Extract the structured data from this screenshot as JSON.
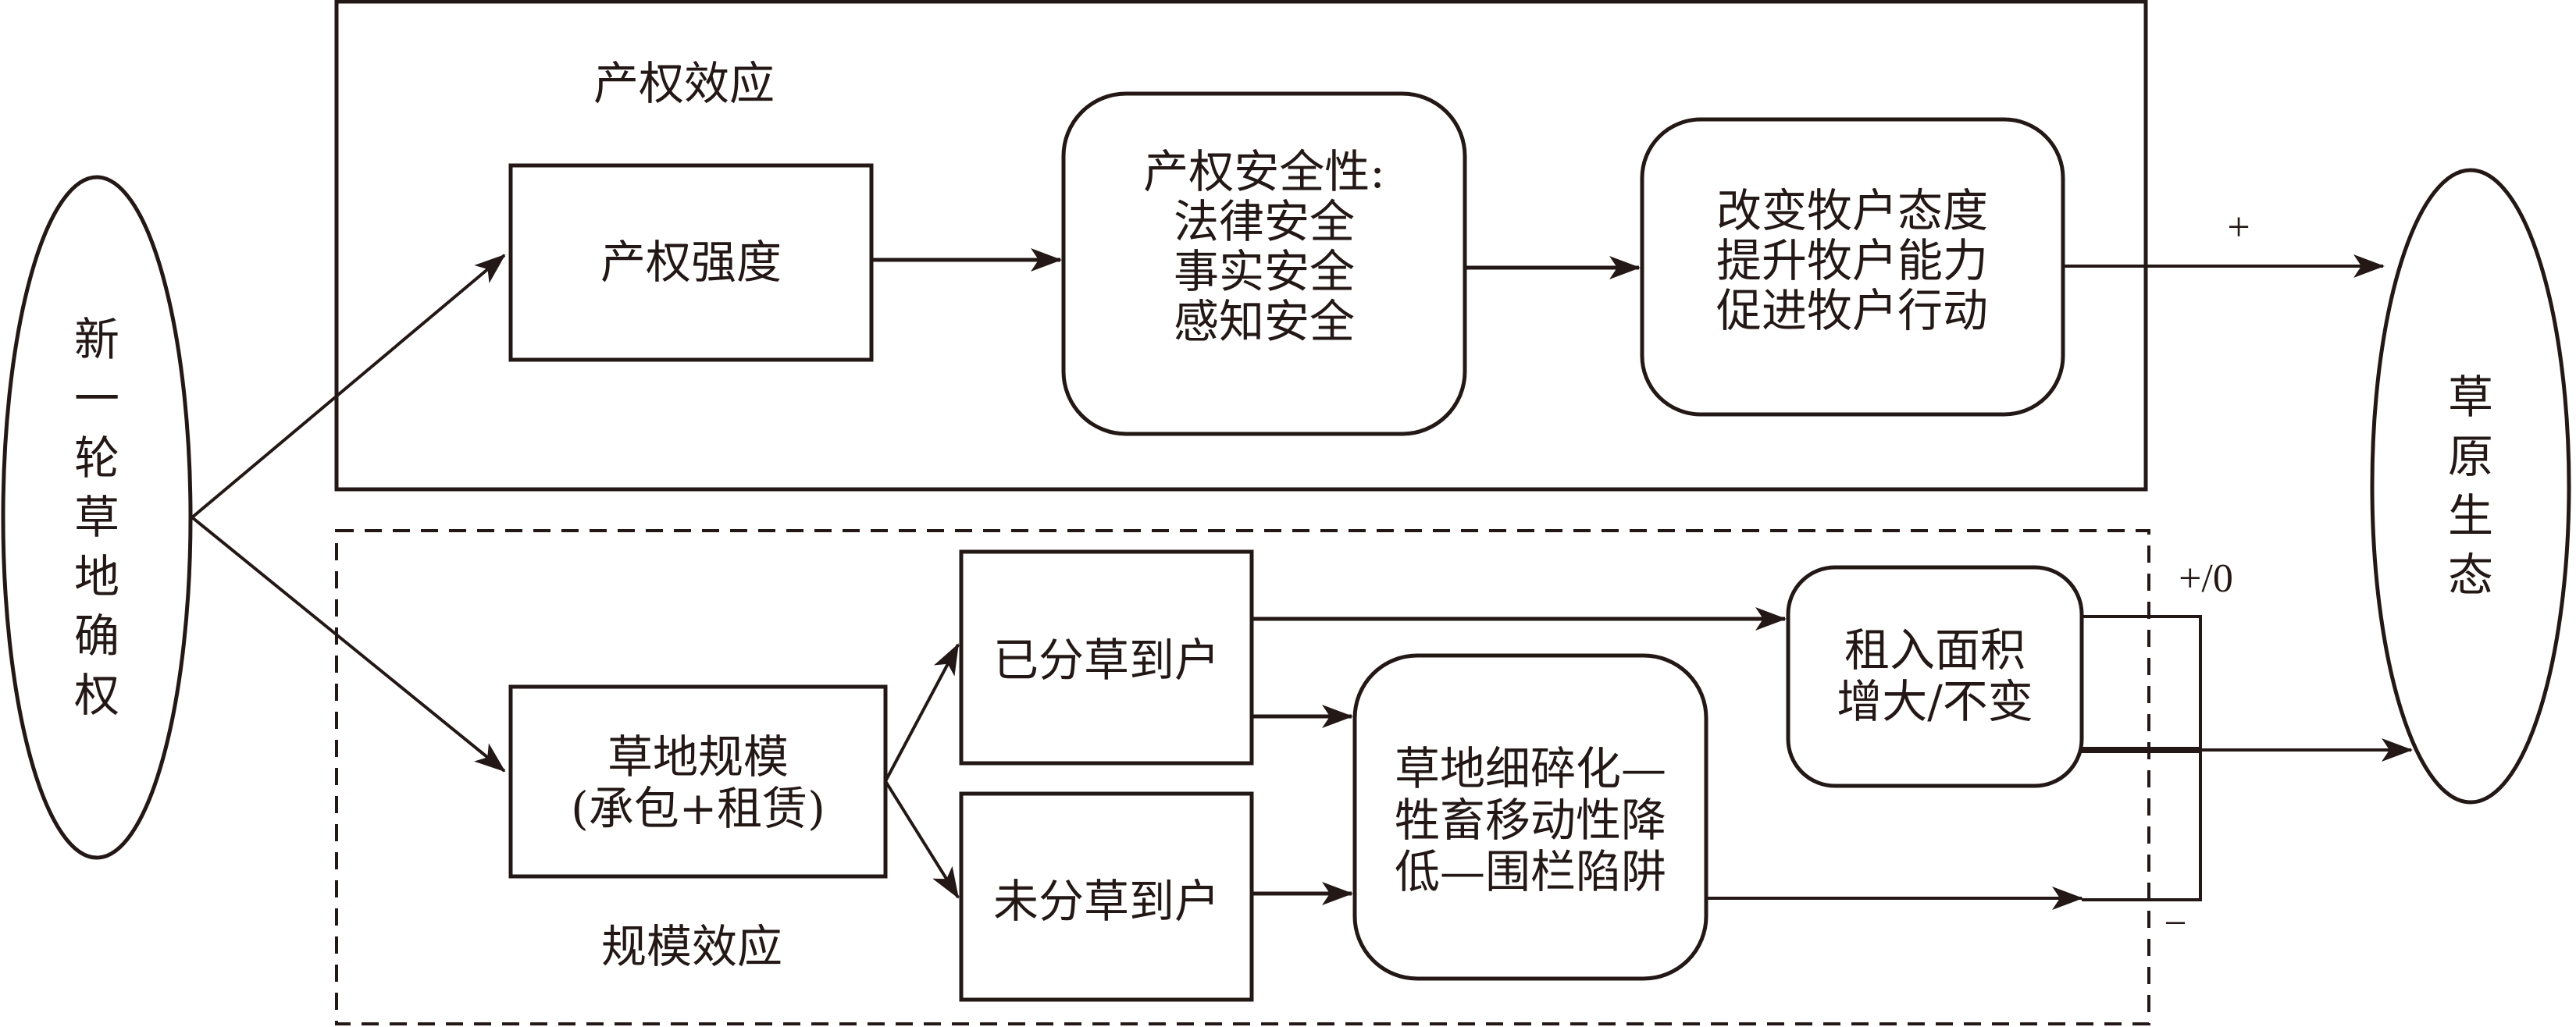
{
  "source_node": {
    "label": "新一轮草地确权"
  },
  "target_node": {
    "label": "草原生态"
  },
  "property_rights_group": {
    "title": "产权效应",
    "nodes": {
      "intensity": {
        "label": "产权强度"
      },
      "security": {
        "lines": [
          "产权安全性:",
          "法律安全",
          "事实安全",
          "感知安全"
        ]
      },
      "herder_effects": {
        "lines": [
          "改变牧户态度",
          "提升牧户能力",
          "促进牧户行动"
        ]
      }
    },
    "effect_sign": "+"
  },
  "scale_group": {
    "title": "规模效应",
    "nodes": {
      "scale": {
        "lines": [
          "草地规模",
          "(承包+租赁)"
        ]
      },
      "allocated": {
        "label": "已分草到户"
      },
      "not_allocated": {
        "label": "未分草到户"
      },
      "fragmentation": {
        "lines": [
          "草地细碎化—",
          "牲畜移动性降",
          "低—围栏陷阱"
        ]
      },
      "rented_area": {
        "lines": [
          "租入面积",
          "增大/不变"
        ]
      }
    },
    "effect_sign_positive": "+/0",
    "effect_sign_negative": "−"
  },
  "colors": {
    "ink": "#231815",
    "background": "#ffffff"
  }
}
